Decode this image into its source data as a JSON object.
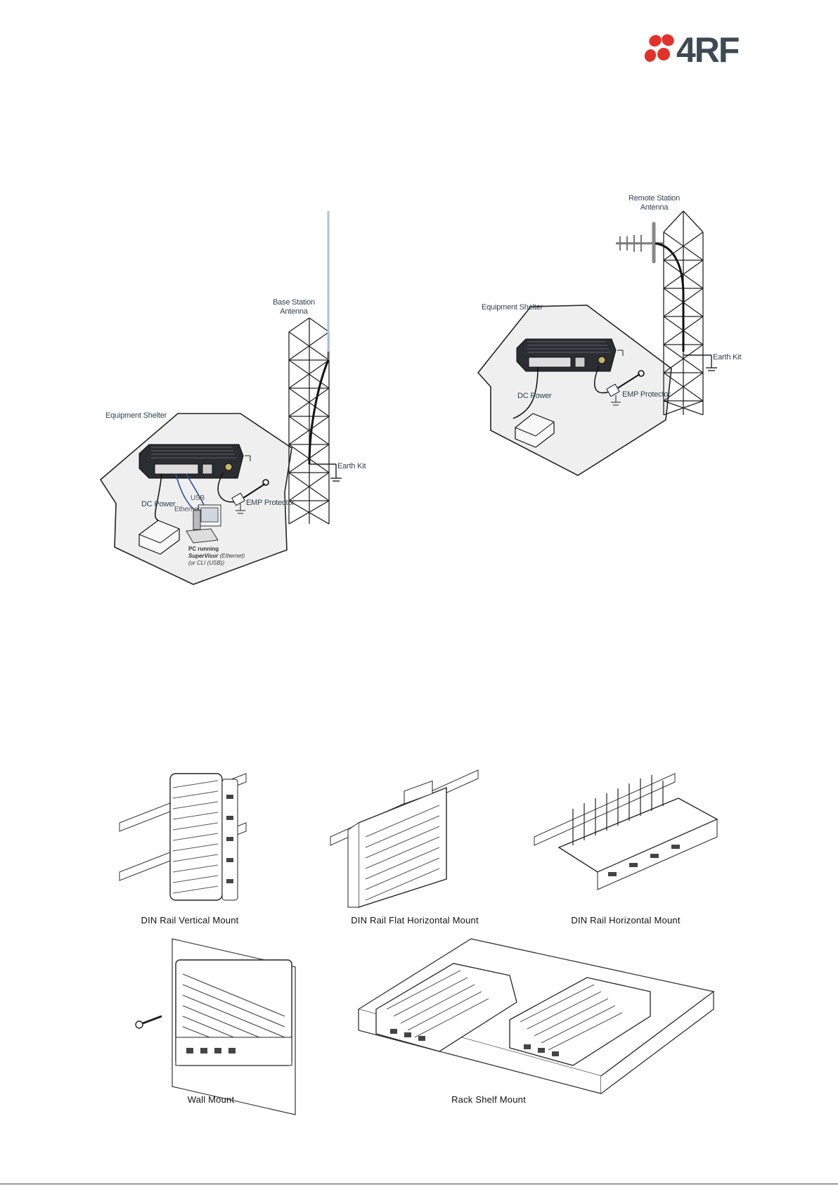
{
  "header": {
    "logo_text": "4RF",
    "logo_color": "#e2312a"
  },
  "diagram_base": {
    "antenna_label": "Base Station\nAntenna",
    "shelter_label": "Equipment Shelter",
    "earth_kit": "Earth Kit",
    "dc_power": "DC Power",
    "usb": "USB",
    "ethernet": "Ethernet",
    "emp_protector": "EMP Protector",
    "pc_line1": "PC running",
    "pc_line2_bold": "SuperVisor",
    "pc_line2_rest": " (Ethernet)",
    "pc_line3": "(or CLI (USB))"
  },
  "diagram_remote": {
    "antenna_label": "Remote Station\nAntenna",
    "shelter_label": "Equipment Shelter",
    "earth_kit": "Earth Kit",
    "dc_power": "DC Power",
    "emp_protector": "EMP Protector"
  },
  "mounts": [
    "DIN Rail Vertical Mount",
    "DIN Rail Flat Horizontal Mount",
    "DIN Rail Horizontal Mount",
    "Wall Mount",
    "Rack Shelf Mount"
  ]
}
